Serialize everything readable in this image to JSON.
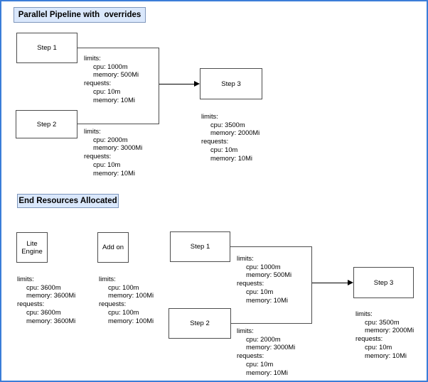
{
  "colors": {
    "frame": "#3b7dd8",
    "title_fill": "#dae8fc",
    "title_stroke": "#7e96bb",
    "box_stroke": "#4d4d4d",
    "connector": "#4d4d4d",
    "arrow": "#000000"
  },
  "top": {
    "title": "Parallel Pipeline with  overrides",
    "step1": {
      "label": "Step 1",
      "resources": [
        "limits:",
        "cpu: 1000m",
        "memory: 500Mi",
        "requests:",
        "cpu: 10m",
        "memory: 10Mi"
      ]
    },
    "step2": {
      "label": "Step 2",
      "resources": [
        "limits:",
        "cpu: 2000m",
        "memory: 3000Mi",
        "requests:",
        "cpu: 10m",
        "memory: 10Mi"
      ]
    },
    "step3": {
      "label": "Step 3",
      "resources": [
        "limits:",
        "cpu: 3500m",
        "memory: 2000Mi",
        "requests:",
        "cpu: 10m",
        "memory: 10Mi"
      ]
    }
  },
  "bottom": {
    "title": "End Resources Allocated",
    "lite_engine": {
      "label": "Lite Engine",
      "resources": [
        "limits:",
        "cpu: 3600m",
        "memory: 3600Mi",
        "requests:",
        "cpu: 3600m",
        "memory: 3600Mi"
      ]
    },
    "add_on": {
      "label": "Add on",
      "resources": [
        "limits:",
        "cpu: 100m",
        "memory: 100Mi",
        "requests:",
        "cpu: 100m",
        "memory: 100Mi"
      ]
    },
    "step1": {
      "label": "Step 1",
      "resources": [
        "limits:",
        "cpu: 1000m",
        "memory: 500Mi",
        "requests:",
        "cpu: 10m",
        "memory: 10Mi"
      ]
    },
    "step2": {
      "label": "Step 2",
      "resources": [
        "limits:",
        "cpu: 2000m",
        "memory: 3000Mi",
        "requests:",
        "cpu: 10m",
        "memory: 10Mi"
      ]
    },
    "step3": {
      "label": "Step 3",
      "resources": [
        "limits:",
        "cpu: 3500m",
        "memory: 2000Mi",
        "requests:",
        "cpu: 10m",
        "memory: 10Mi"
      ]
    }
  }
}
